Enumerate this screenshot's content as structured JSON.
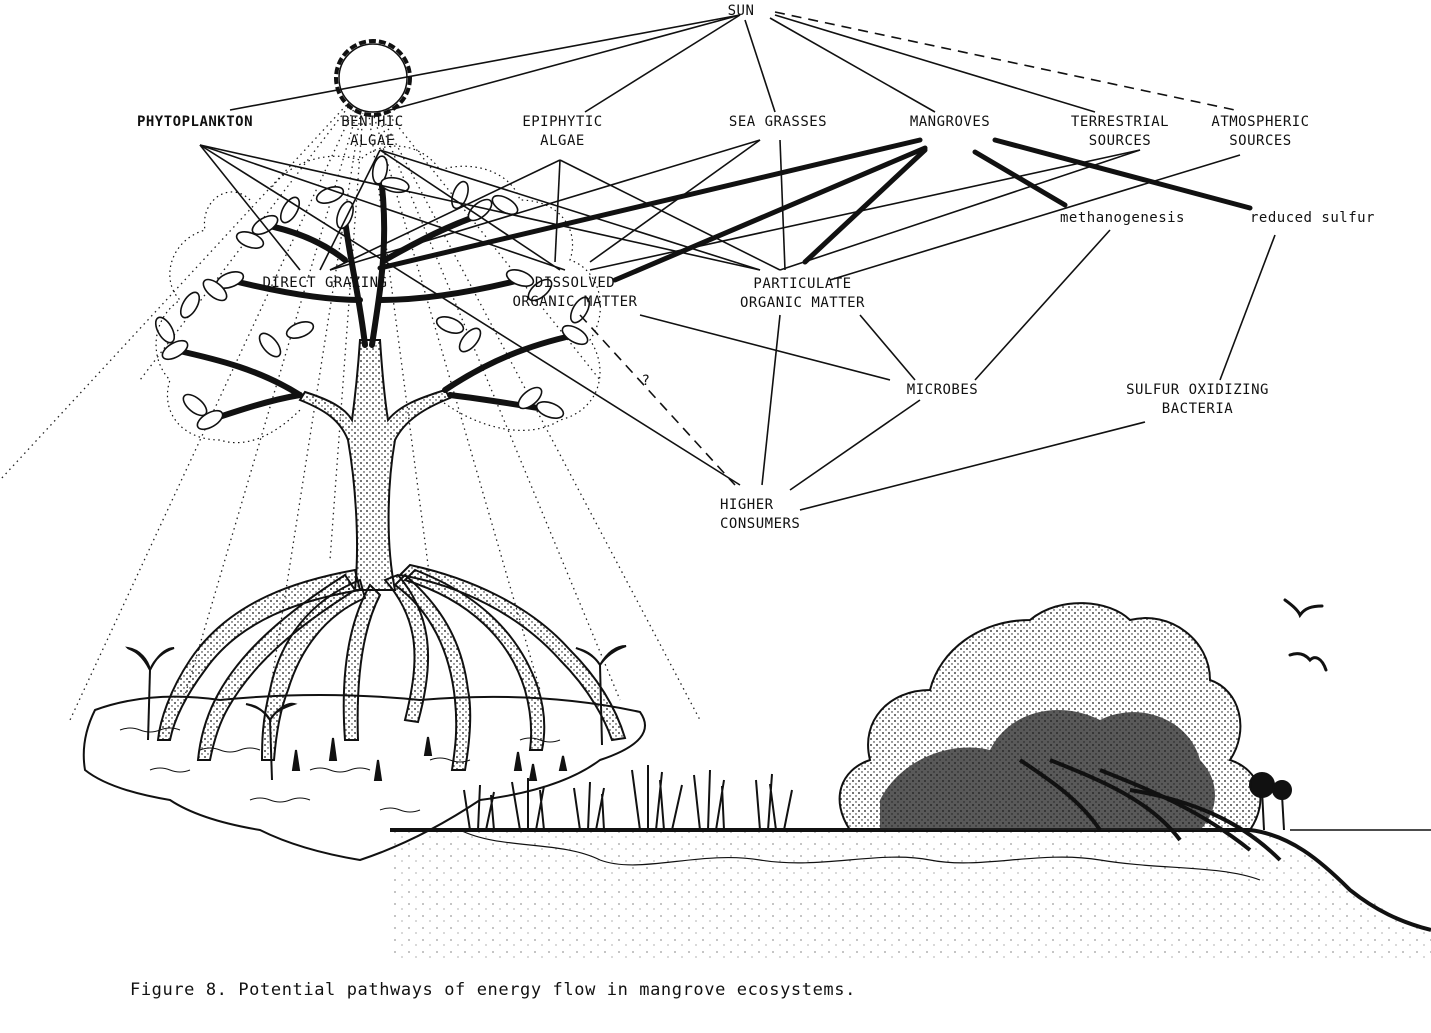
{
  "nodes": {
    "sun": "SUN",
    "phytoplankton": "PHYTOPLANKTON",
    "benthic_algae": "BENTHIC\nALGAE",
    "epiphytic_algae": "EPIPHYTIC\nALGAE",
    "sea_grasses": "SEA GRASSES",
    "mangroves": "MANGROVES",
    "terrestrial_sources": "TERRESTRIAL\nSOURCES",
    "atmospheric_sources": "ATMOSPHERIC\nSOURCES",
    "methanogenesis": "methanogenesis",
    "reduced_sulfur": "reduced sulfur",
    "direct_grazing": "DIRECT GRAZING",
    "dissolved_organic_matter": "DISSOLVED\nORGANIC MATTER",
    "particulate_organic_matter": "PARTICULATE\nORGANIC MATTER",
    "microbes": "MICROBES",
    "sulfur_oxidizing_bacteria": "SULFUR OXIDIZING\nBACTERIA",
    "higher_consumers": "HIGHER\nCONSUMERS",
    "question_mark": "?"
  },
  "caption": "Figure 8.  Potential pathways of energy flow in mangrove ecosystems.",
  "colors": {
    "ink": "#111111",
    "paper": "#ffffff"
  }
}
